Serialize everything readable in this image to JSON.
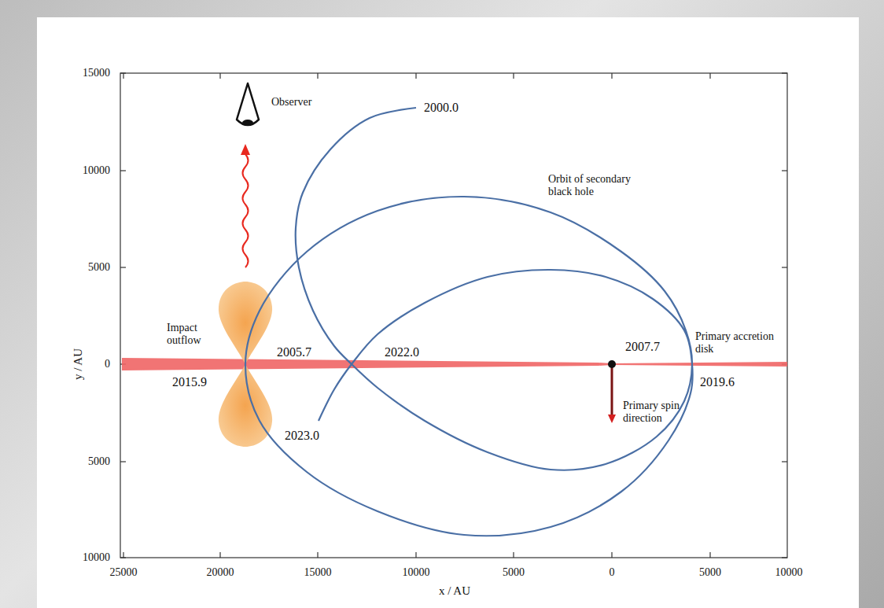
{
  "diagram": {
    "labels": [
      "15000",
      "10000",
      "5000",
      "0",
      "5000",
      "10000",
      "25000",
      "20000",
      "15000",
      "10000",
      "5000",
      "0",
      "5000",
      "10000",
      "y / AU",
      "x / AU",
      "Observer",
      "Orbit of secondary black hole",
      "Primary accretion disk",
      "Impact outflow",
      "Primary spin direction",
      "2000.0",
      "2005.7",
      "2022.0",
      "2007.7",
      "2019.6",
      "2015.9",
      "2023.0"
    ]
  }
}
